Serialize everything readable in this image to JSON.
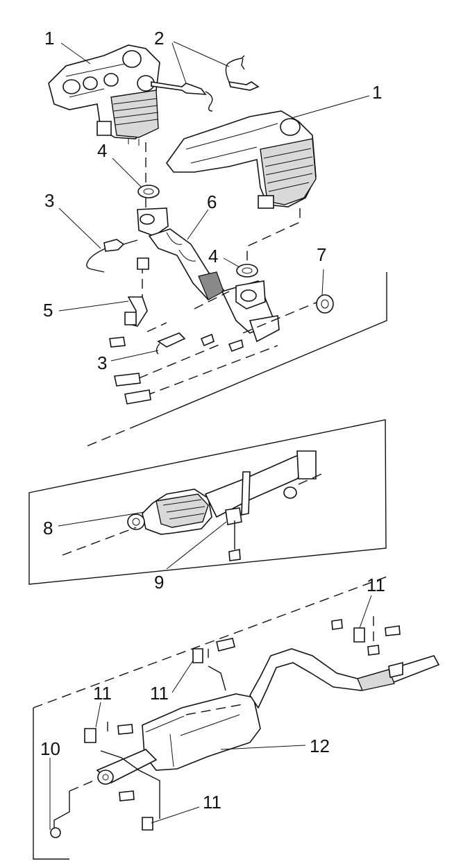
{
  "diagram": {
    "callouts": [
      {
        "id": "c1a",
        "label": "1"
      },
      {
        "id": "c1b",
        "label": "1"
      },
      {
        "id": "c2",
        "label": "2"
      },
      {
        "id": "c3a",
        "label": "3"
      },
      {
        "id": "c3b",
        "label": "3"
      },
      {
        "id": "c4a",
        "label": "4"
      },
      {
        "id": "c4b",
        "label": "4"
      },
      {
        "id": "c5",
        "label": "5"
      },
      {
        "id": "c6",
        "label": "6"
      },
      {
        "id": "c7",
        "label": "7"
      },
      {
        "id": "c8",
        "label": "8"
      },
      {
        "id": "c9",
        "label": "9"
      },
      {
        "id": "c10",
        "label": "10"
      },
      {
        "id": "c11a",
        "label": "11"
      },
      {
        "id": "c11b",
        "label": "11"
      },
      {
        "id": "c11c",
        "label": "11"
      },
      {
        "id": "c11d",
        "label": "11"
      },
      {
        "id": "c12",
        "label": "12"
      }
    ]
  }
}
